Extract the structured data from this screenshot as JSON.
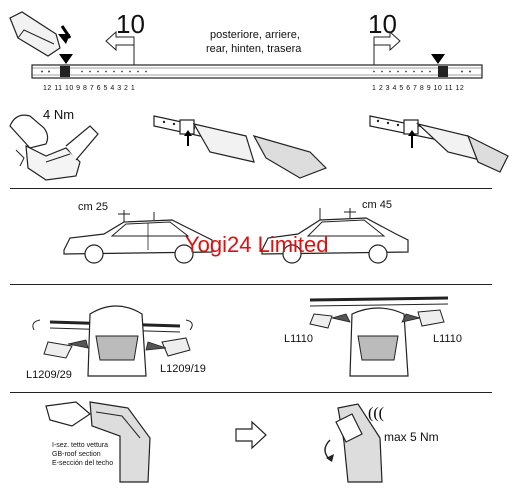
{
  "header": {
    "left_number": "10",
    "right_number": "10",
    "position_text": [
      "posteriore, arriere,",
      "rear, hinten, trasera"
    ],
    "scale_left": "12 11 10 9 8 7 6 5 4 3 2 1",
    "scale_right": "1 2 3 4 5 6 7 8 9 10 11 12"
  },
  "torque_1": "4 Nm",
  "car_left_label": "cm 25",
  "car_right_label": "cm 45",
  "watermark": "Yogi24 Limited",
  "model_codes": {
    "left_a": "L1209/29",
    "left_b": "L1209/19",
    "right_a": "L1110",
    "right_b": "L1110"
  },
  "roof_section": [
    "I-sez. tetto vettura",
    "GB-roof section",
    "E-sección del techo"
  ],
  "torque_2": "max 5 Nm"
}
